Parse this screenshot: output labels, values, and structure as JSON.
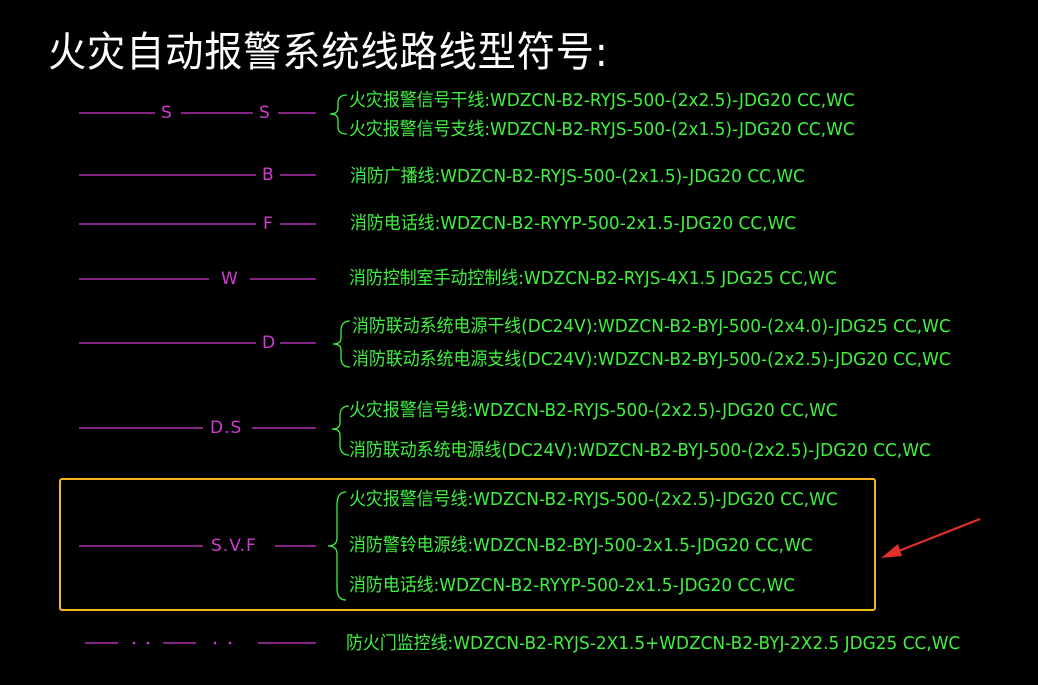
{
  "title": "火灾自动报警系统线路线型符号:",
  "colors": {
    "line_symbol": "#d23bd2",
    "description_text": "#3ff03f",
    "title_text": "#ffffff",
    "highlight_box": "#f5b622",
    "arrow": "#e0302a"
  },
  "rows": [
    {
      "labels": [
        "S",
        "S"
      ],
      "descriptions": [
        "火灾报警信号干线:WDZCN-B2-RYJS-500-(2x2.5)-JDG20  CC,WC",
        "火灾报警信号支线:WDZCN-B2-RYJS-500-(2x1.5)-JDG20  CC,WC"
      ]
    },
    {
      "labels": [
        "B"
      ],
      "descriptions": [
        "消防广播线:WDZCN-B2-RYJS-500-(2x1.5)-JDG20  CC,WC"
      ]
    },
    {
      "labels": [
        "F"
      ],
      "descriptions": [
        "消防电话线:WDZCN-B2-RYYP-500-2x1.5-JDG20  CC,WC"
      ]
    },
    {
      "labels": [
        "W"
      ],
      "descriptions": [
        "消防控制室手动控制线:WDZCN-B2-RYJS-4X1.5  JDG25  CC,WC"
      ]
    },
    {
      "labels": [
        "D"
      ],
      "descriptions": [
        "消防联动系统电源干线(DC24V):WDZCN-B2-BYJ-500-(2x4.0)-JDG25  CC,WC",
        "消防联动系统电源支线(DC24V):WDZCN-B2-BYJ-500-(2x2.5)-JDG20  CC,WC"
      ]
    },
    {
      "labels": [
        "D.S"
      ],
      "descriptions": [
        "火灾报警信号线:WDZCN-B2-RYJS-500-(2x2.5)-JDG20  CC,WC",
        "消防联动系统电源线(DC24V):WDZCN-B2-BYJ-500-(2x2.5)-JDG20  CC,WC"
      ]
    },
    {
      "labels": [
        "S.V.F"
      ],
      "descriptions": [
        "火灾报警信号线:WDZCN-B2-RYJS-500-(2x2.5)-JDG20  CC,WC",
        "消防警铃电源线:WDZCN-B2-BYJ-500-2x1.5-JDG20  CC,WC",
        "消防电话线:WDZCN-B2-RYYP-500-2x1.5-JDG20  CC,WC"
      ]
    },
    {
      "labels": [],
      "descriptions": [
        "防火门监控线:WDZCN-B2-RYJS-2X1.5+WDZCN-B2-BYJ-2X2.5  JDG25  CC,WC"
      ]
    }
  ]
}
